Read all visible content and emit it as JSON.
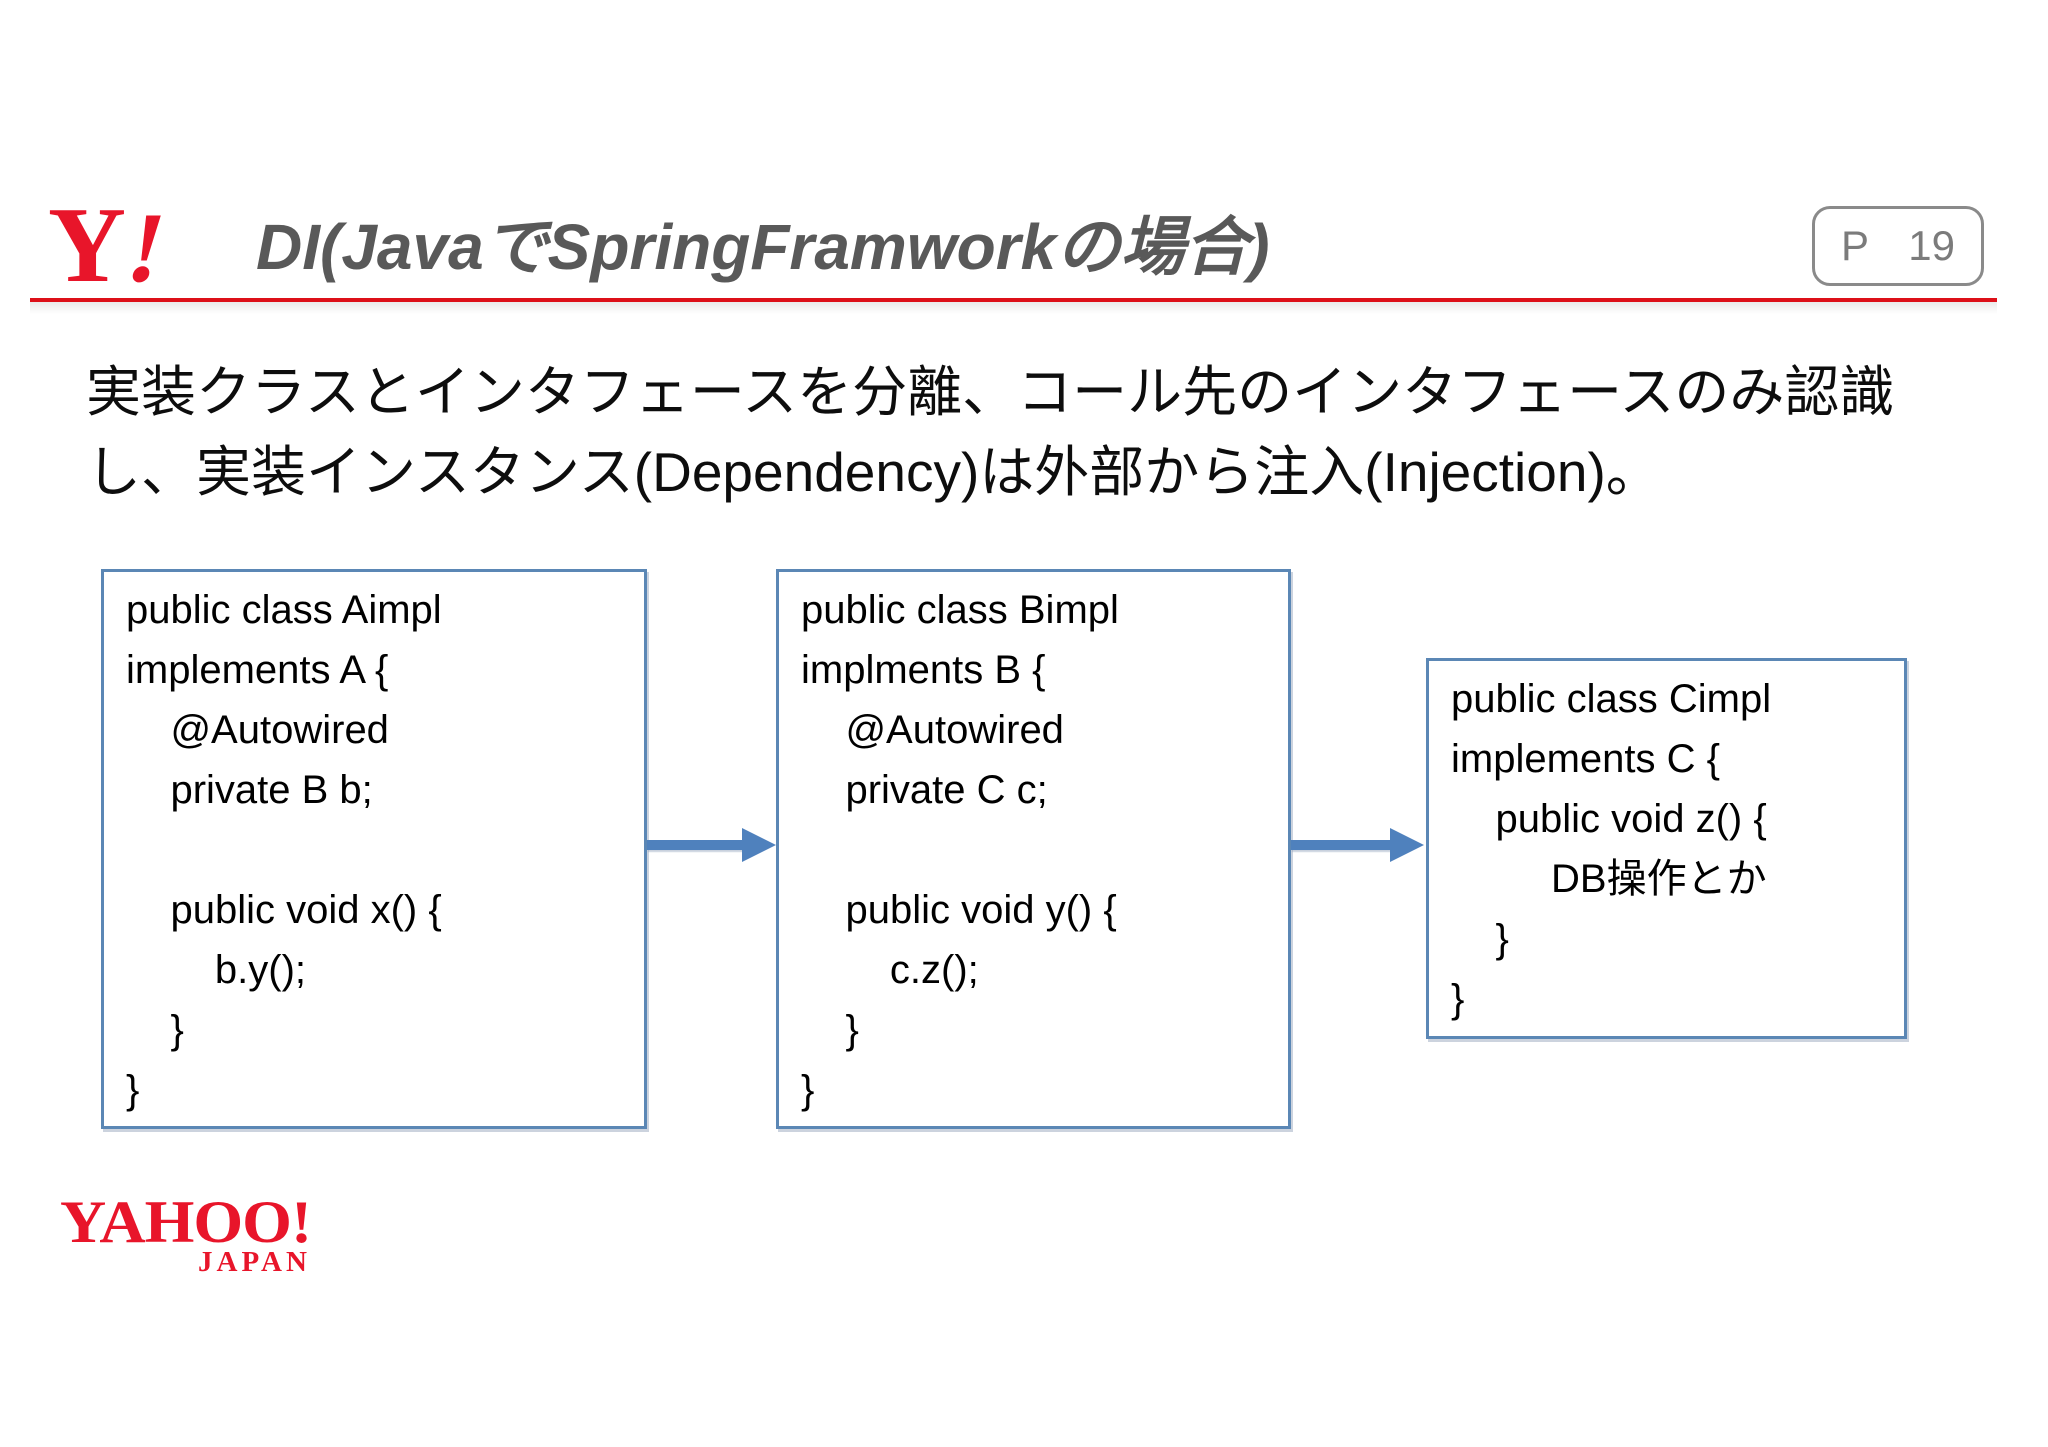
{
  "header": {
    "logo_y": "Y",
    "logo_bang": "!",
    "title": "DI(JavaでSpringFramworkの場合)",
    "page_label": "P",
    "page_number": "19"
  },
  "lead": {
    "line1": "実装クラスとインタフェースを分離、コール先のインタフェースのみ認識",
    "line2": "し、実装インスタンス(Dependency)は外部から注入(Injection)。"
  },
  "diagram": {
    "boxes": [
      {
        "name": "Aimpl",
        "lines": [
          "public class Aimpl",
          "implements A {",
          "    @Autowired",
          "    private B b;",
          "",
          "    public void x() {",
          "        b.y();",
          "    }",
          "}"
        ]
      },
      {
        "name": "Bimpl",
        "lines": [
          "public class Bimpl",
          "implments B {",
          "    @Autowired",
          "    private C c;",
          "",
          "    public void y() {",
          "        c.z();",
          "    }",
          "}"
        ]
      },
      {
        "name": "Cimpl",
        "lines": [
          "public class Cimpl",
          "implements C {",
          "    public void z() {",
          "         DB操作とか",
          "    }",
          "}"
        ]
      }
    ],
    "arrow_color": "#4f81bd",
    "box_border_color": "#5b87b5"
  },
  "footer": {
    "logo_main": "YAHOO!",
    "logo_sub": "JAPAN"
  },
  "colors": {
    "accent_red": "#e8152a",
    "rule_red": "#dd1019",
    "title_gray": "#595959",
    "page_box_gray": "#8a8a8a"
  }
}
